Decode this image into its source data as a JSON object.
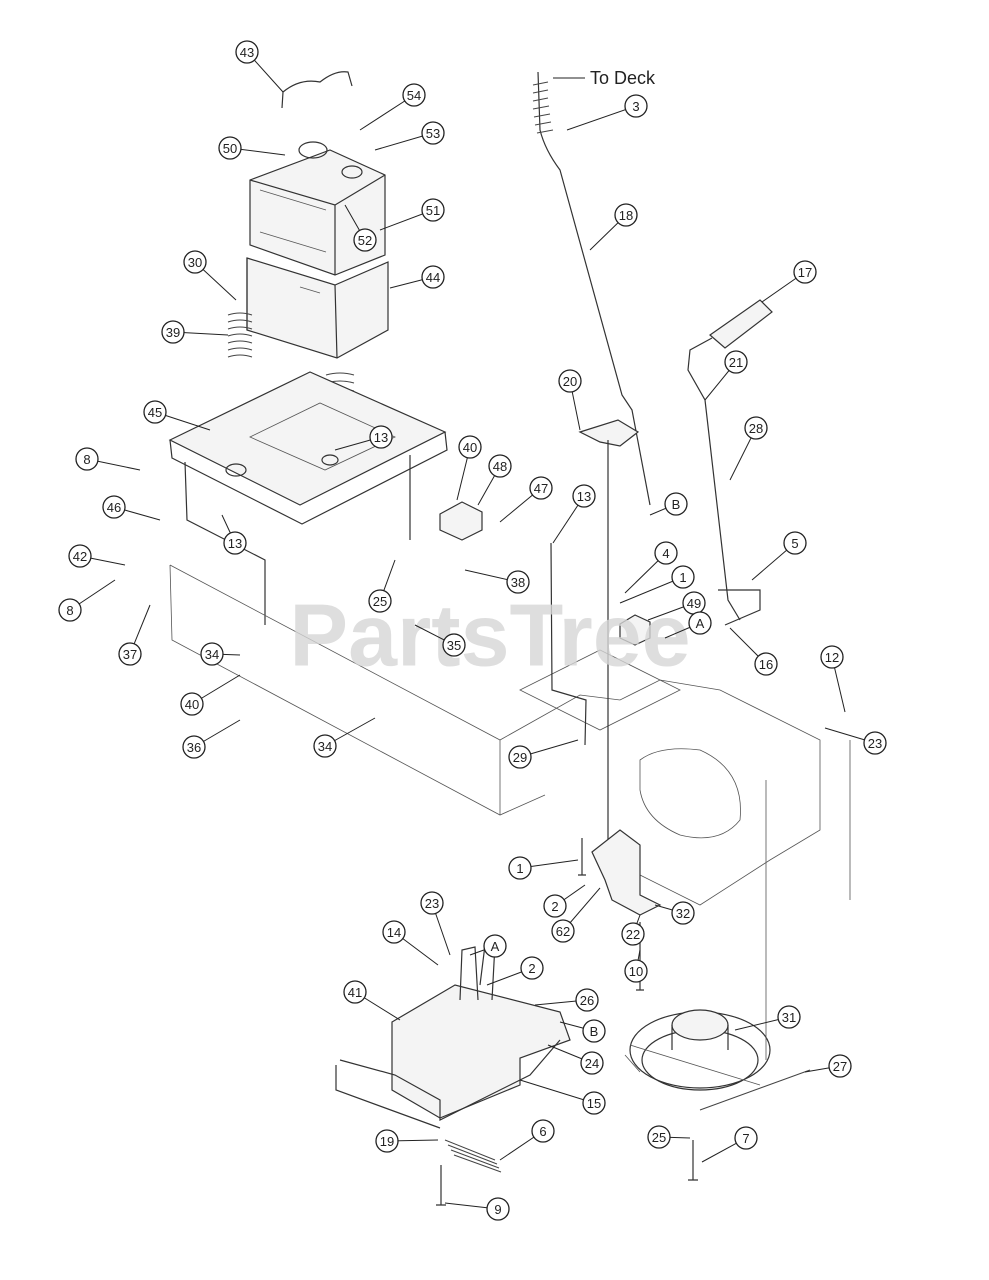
{
  "watermark": "PartsTree",
  "note_to_deck": "To Deck",
  "callouts": [
    "43",
    "54",
    "50",
    "53",
    "51",
    "52",
    "44",
    "30",
    "39",
    "45",
    "13",
    "40",
    "48",
    "47",
    "8",
    "46",
    "42",
    "13",
    "8",
    "37",
    "34",
    "40",
    "36",
    "34",
    "35",
    "38",
    "25",
    "13",
    "3",
    "18",
    "20",
    "B",
    "17",
    "21",
    "28",
    "4",
    "1",
    "5",
    "49",
    "A",
    "16",
    "12",
    "23",
    "29",
    "1",
    "2",
    "62",
    "22",
    "32",
    "10",
    "23",
    "14",
    "A",
    "2",
    "26",
    "41",
    "B",
    "24",
    "15",
    "19",
    "6",
    "9",
    "31",
    "27",
    "25",
    "7"
  ]
}
